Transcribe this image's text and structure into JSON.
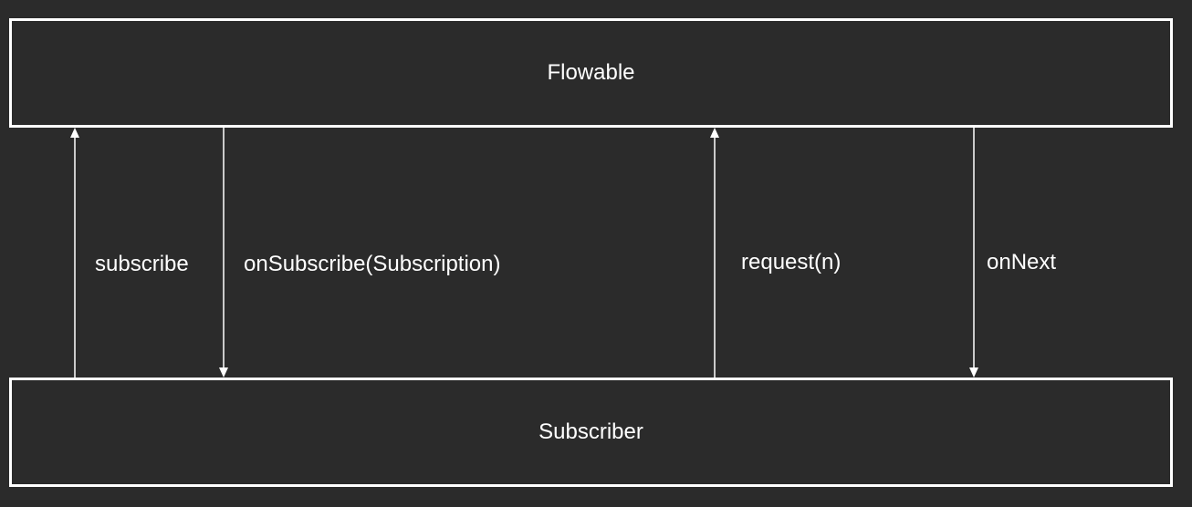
{
  "diagram": {
    "top_box": {
      "label": "Flowable"
    },
    "bottom_box": {
      "label": "Subscriber"
    },
    "arrows": [
      {
        "label": "subscribe",
        "direction": "up"
      },
      {
        "label": "onSubscribe(Subscription)",
        "direction": "down"
      },
      {
        "label": "request(n)",
        "direction": "up"
      },
      {
        "label": "onNext",
        "direction": "down"
      }
    ],
    "colors": {
      "background": "#2b2b2b",
      "stroke": "#ffffff",
      "text": "#ffffff"
    }
  }
}
